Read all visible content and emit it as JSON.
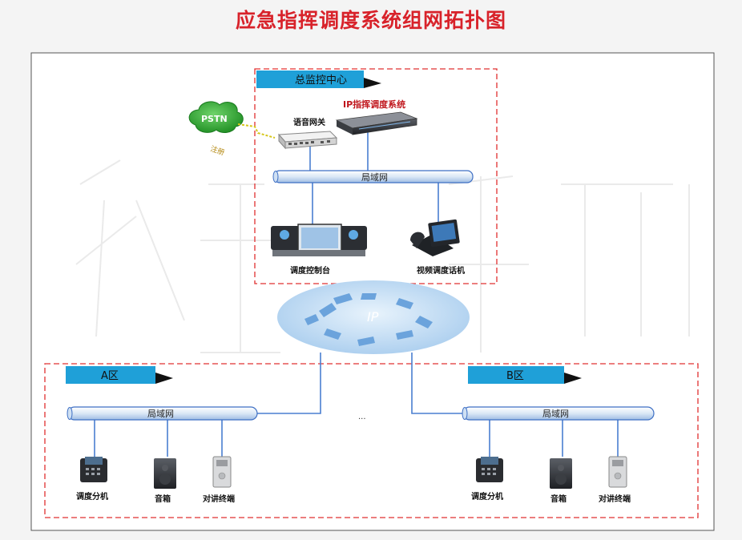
{
  "title": "应急指挥调度系统组网拓扑图",
  "colors": {
    "title": "#d8222a",
    "tab": "#1fa0d8",
    "dash": "#e03030",
    "line": "#4a7fd0",
    "device_label_red": "#c0161c"
  },
  "center": {
    "tab": "总监控中心",
    "pstn": "PSTN",
    "pstn_note": "注册",
    "voice_gateway": "语音网关",
    "ip_system": "IP指挥调度系统",
    "lan": "局域网",
    "console": "调度控制台",
    "video_phone": "视频调度话机"
  },
  "cloud": {
    "label": "IP"
  },
  "zones": [
    {
      "tab": "A区",
      "lan": "局域网",
      "devices": [
        "调度分机",
        "音箱",
        "对讲终端"
      ]
    },
    {
      "tab": "B区",
      "lan": "局域网",
      "devices": [
        "调度分机",
        "音箱",
        "对讲终端"
      ]
    }
  ],
  "ellipsis": "..."
}
